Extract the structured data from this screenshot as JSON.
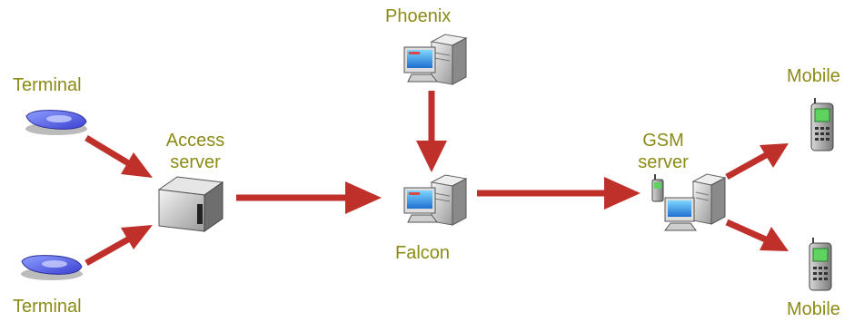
{
  "nodes": {
    "terminal_top": {
      "label": "Terminal"
    },
    "terminal_bottom": {
      "label": "Terminal"
    },
    "access_server": {
      "label": "Access\nserver"
    },
    "phoenix": {
      "label": "Phoenix"
    },
    "falcon": {
      "label": "Falcon"
    },
    "gsm_server": {
      "label": "GSM\nserver"
    },
    "mobile_top": {
      "label": "Mobile"
    },
    "mobile_bottom": {
      "label": "Mobile"
    }
  },
  "colors": {
    "label": "#8b8b16",
    "arrow": "#c0302a"
  },
  "icons": {
    "terminal": "terminal-device-icon",
    "access_server": "server-box-icon",
    "workstation": "workstation-tower-icon",
    "gsm": "gsm-server-icon",
    "mobile": "mobile-phone-icon"
  }
}
